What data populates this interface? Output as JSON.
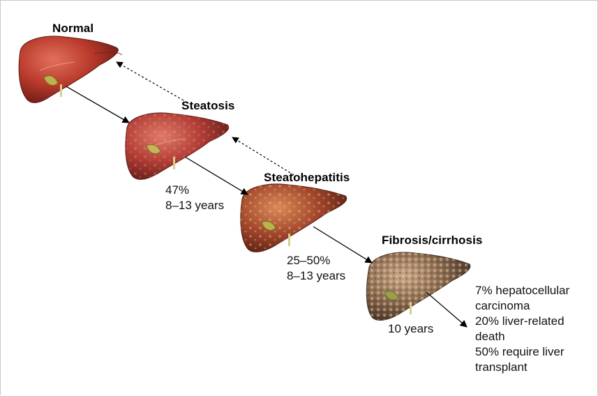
{
  "stages": [
    {
      "label": "Normal",
      "color": "#b83a2c"
    },
    {
      "label": "Steatosis",
      "color": "#b4403a"
    },
    {
      "label": "Steatohepatitis",
      "color": "#a2472c"
    },
    {
      "label": "Fibrosis/cirrhosis",
      "color": "#8a6c52"
    }
  ],
  "transitions": [
    {
      "lines": [
        "47%",
        "8–13 years"
      ]
    },
    {
      "lines": [
        "25–50%",
        "8–13 years"
      ]
    },
    {
      "lines": [
        "10 years"
      ]
    }
  ],
  "outcomes": {
    "lines": [
      "7% hepatocellular",
      "carcinoma",
      "20% liver-related",
      "death",
      "50% require liver",
      "transplant"
    ]
  }
}
